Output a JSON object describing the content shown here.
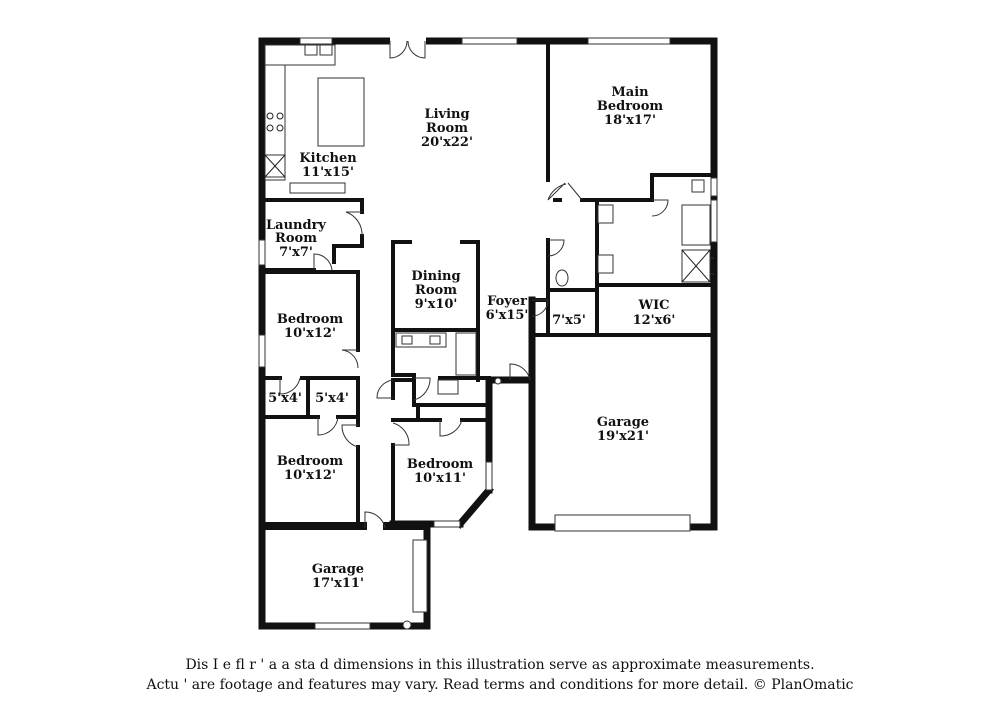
{
  "rooms": {
    "living_room": {
      "name_line1": "Living",
      "name_line2": "Room",
      "dims": "20'x22'"
    },
    "main_bedroom": {
      "name_line1": "Main",
      "name_line2": "Bedroom",
      "dims": "18'x17'"
    },
    "kitchen": {
      "name": "Kitchen",
      "dims": "11'x15'"
    },
    "laundry_room": {
      "name_line1": "Laundry",
      "name_line2": "Room",
      "dims": "7'x7'"
    },
    "dining_room": {
      "name_line1": "Dining",
      "name_line2": "Room",
      "dims": "9'x10'"
    },
    "foyer": {
      "name": "Foyer",
      "dims": "6'x15'"
    },
    "bath_closet": {
      "dims": "7'x5'"
    },
    "wic": {
      "name": "WIC",
      "dims": "12'x6'"
    },
    "bedroom_upper": {
      "name": "Bedroom",
      "dims": "10'x12'"
    },
    "closet_left": {
      "dims": "5'x4'"
    },
    "closet_right": {
      "dims": "5'x4'"
    },
    "bedroom_lower": {
      "name": "Bedroom",
      "dims": "10'x12'"
    },
    "bedroom_middle": {
      "name": "Bedroom",
      "dims": "10'x11'"
    },
    "garage_right": {
      "name": "Garage",
      "dims": "19'x21'"
    },
    "garage_left": {
      "name": "Garage",
      "dims": "17'x11'"
    }
  },
  "disclaimer": {
    "line1": "Dis      I   e fl   r  ' a  a    sta   d dimensions in this illustration serve as approximate measurements.",
    "line2": "Actu    '   are footage and features may vary. Read terms and conditions for more detail. © PlanOmatic"
  }
}
